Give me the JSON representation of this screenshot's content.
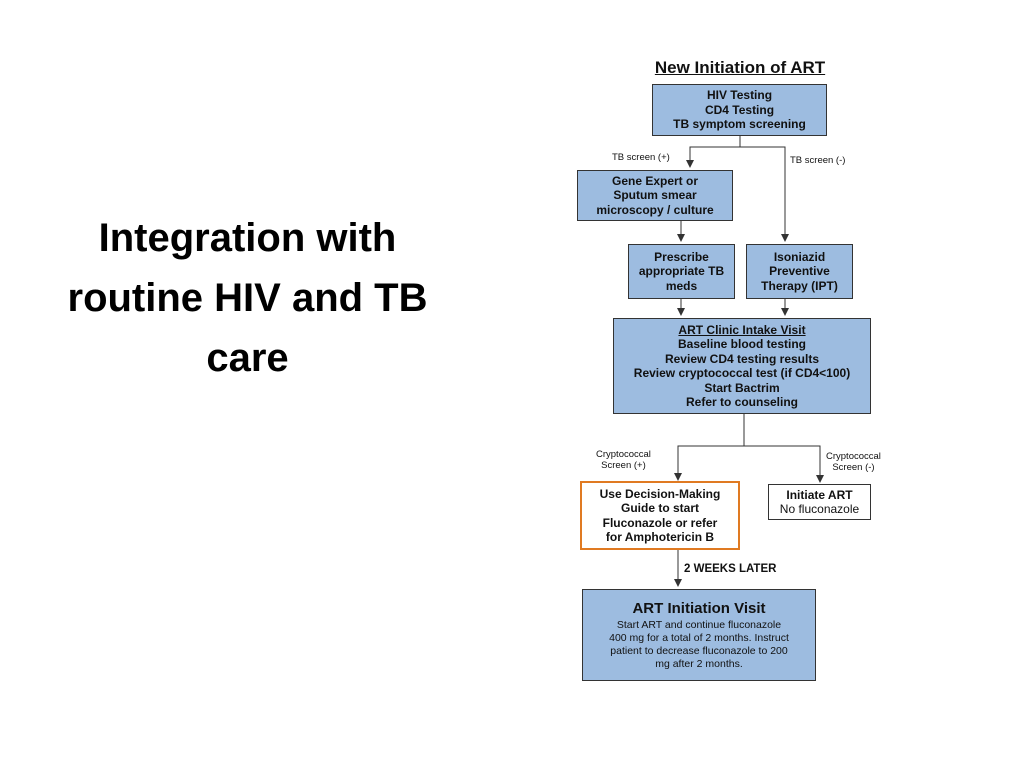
{
  "slide": {
    "title_lines": [
      "Integration with",
      "routine HIV and TB",
      "care"
    ]
  },
  "flowchart": {
    "title": "New Initiation of ART",
    "start_box": [
      "HIV Testing",
      "CD4 Testing",
      "TB symptom screening"
    ],
    "tb_pos_label": "TB screen  (+)",
    "tb_neg_label": "TB screen  (-)",
    "gene_box": [
      "Gene Expert or",
      "Sputum smear",
      "microscopy / culture"
    ],
    "prescribe_box": [
      "Prescribe",
      "appropriate TB",
      "meds"
    ],
    "ipt_box": [
      "Isoniazid",
      "Preventive",
      "Therapy (IPT)"
    ],
    "intake_box": {
      "heading": "ART Clinic Intake Visit",
      "lines": [
        "Baseline blood testing",
        "Review CD4 testing results",
        "Review cryptococcal test (if CD4<100)",
        "Start Bactrim",
        "Refer to counseling"
      ]
    },
    "crypto_pos_label": [
      "Cryptococcal",
      "Screen  (+)"
    ],
    "crypto_neg_label": [
      "Cryptococcal",
      "Screen  (-)"
    ],
    "decision_box": [
      "Use Decision-Making",
      "Guide to start",
      "Fluconazole or refer",
      "for Amphotericin B"
    ],
    "initiate_box": {
      "line1": "Initiate ART",
      "line2": "No fluconazole"
    },
    "later_label": "2 WEEKS LATER",
    "final_box": {
      "heading": "ART Initiation Visit",
      "lines": [
        "Start ART and continue fluconazole",
        "400 mg for a total of 2 months. Instruct",
        "patient to decrease fluconazole to 200",
        "mg after 2 months."
      ]
    }
  },
  "colors": {
    "box_fill": "#9dbce0",
    "box_border": "#333333",
    "highlight_border": "#e07a22",
    "connector": "#333333"
  }
}
